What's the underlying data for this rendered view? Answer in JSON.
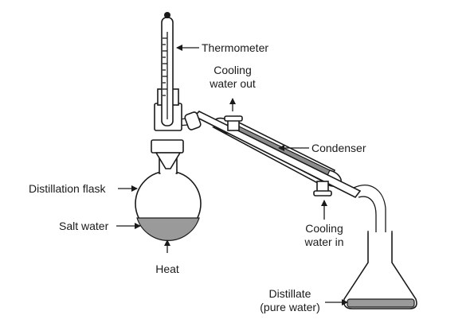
{
  "labels": {
    "thermometer": "Thermometer",
    "cooling_out_line1": "Cooling",
    "cooling_out_line2": "water out",
    "condenser": "Condenser",
    "distillation_flask": "Distillation flask",
    "salt_water": "Salt water",
    "heat": "Heat",
    "cooling_in_line1": "Cooling",
    "cooling_in_line2": "water in",
    "distillate_line1": "Distillate",
    "distillate_line2": "(pure water)"
  },
  "colors": {
    "ink": "#1a1a1a",
    "liquid": "#9a9a9a",
    "background": "#ffffff"
  }
}
